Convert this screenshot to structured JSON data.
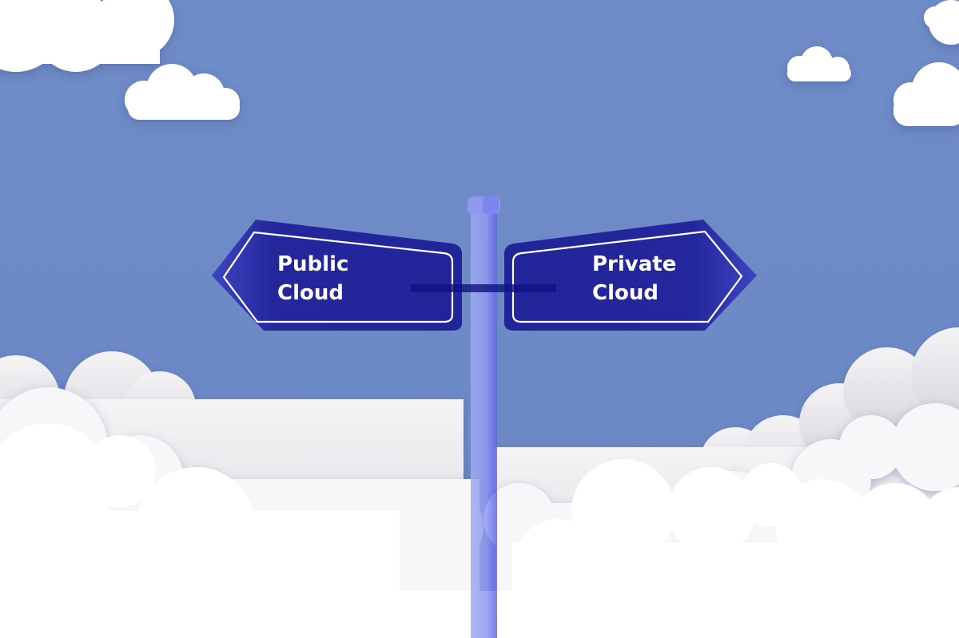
{
  "illustration": {
    "subject": "signpost among clouds",
    "colors": {
      "sky": "#6f8cc8",
      "sign": "#23249a",
      "sign_border": "#ffffff",
      "pole": "#8e98ee",
      "cloud": "#ffffff",
      "cloud_shadow": "#c9c9d0"
    },
    "signs": [
      {
        "direction": "left",
        "line1": "Public",
        "line2": "Cloud"
      },
      {
        "direction": "right",
        "line1": "Private",
        "line2": "Cloud"
      }
    ]
  }
}
